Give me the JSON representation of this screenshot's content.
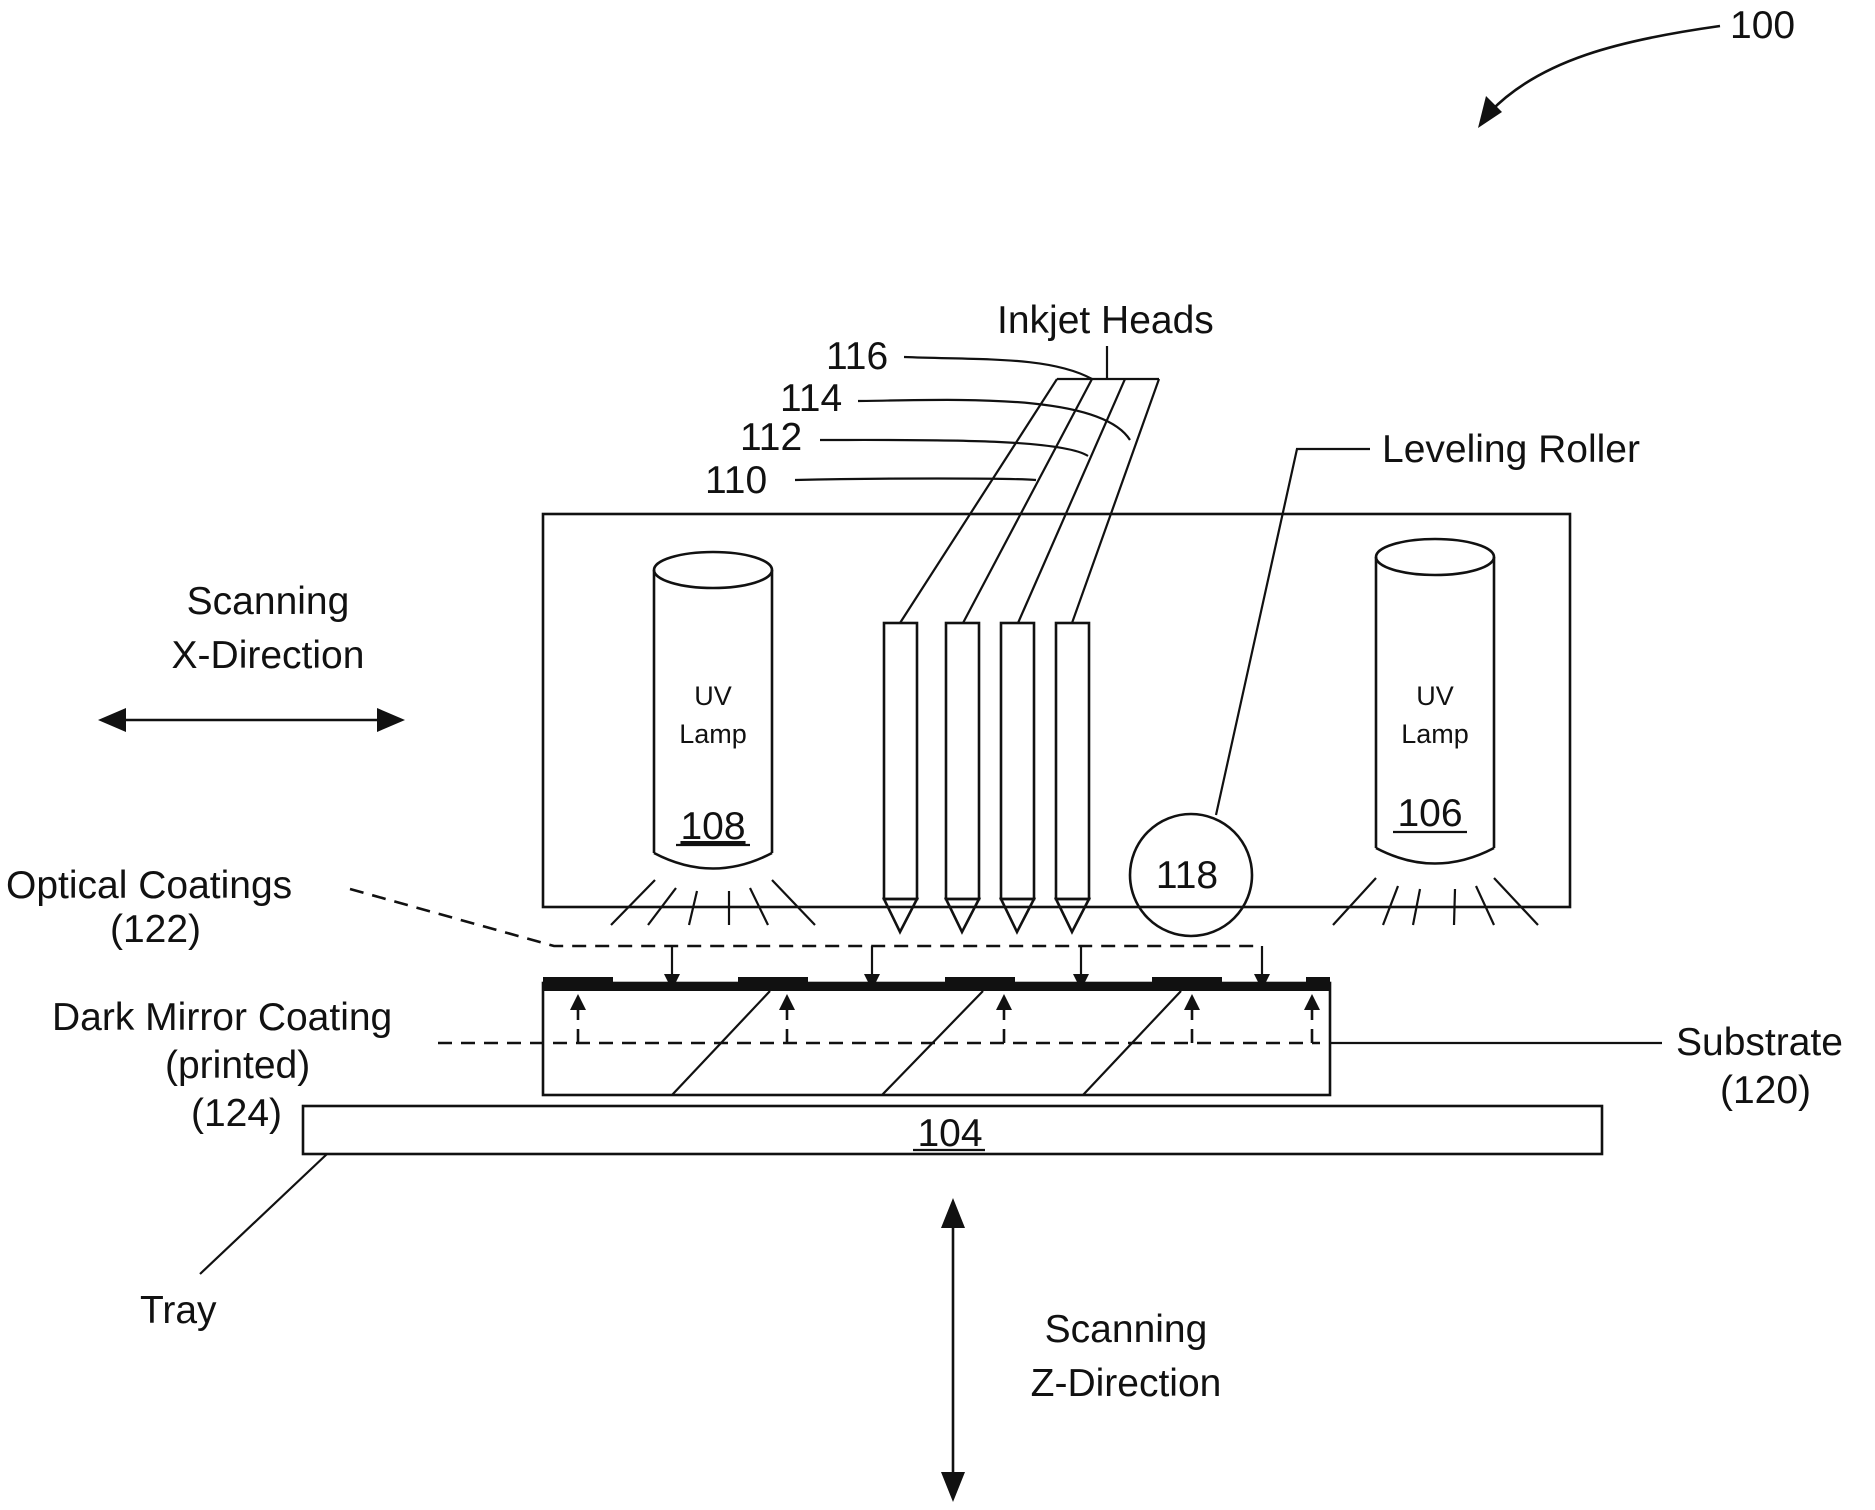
{
  "figure_ref": "100",
  "labels": {
    "inkjet_heads": "Inkjet Heads",
    "leveling_roller": "Leveling Roller",
    "scanning_x_line1": "Scanning",
    "scanning_x_line2": "X-Direction",
    "scanning_z_line1": "Scanning",
    "scanning_z_line2": "Z-Direction",
    "optical_coatings_line1": "Optical Coatings",
    "optical_coatings_line2": "(122)",
    "dark_mirror_line1": "Dark Mirror Coating",
    "dark_mirror_line2": "(printed)",
    "dark_mirror_line3": "(124)",
    "substrate_line1": "Substrate",
    "substrate_line2": "(120)",
    "tray": "Tray"
  },
  "refs": {
    "head_116": "116",
    "head_114": "114",
    "head_112": "112",
    "head_110": "110",
    "roller": "118",
    "tray": "104"
  },
  "lamps": [
    {
      "line1": "UV",
      "line2": "Lamp",
      "ref": "108"
    },
    {
      "line1": "UV",
      "line2": "Lamp",
      "ref": "106"
    }
  ],
  "colors": {
    "ink": "#111111",
    "background": "#ffffff"
  }
}
